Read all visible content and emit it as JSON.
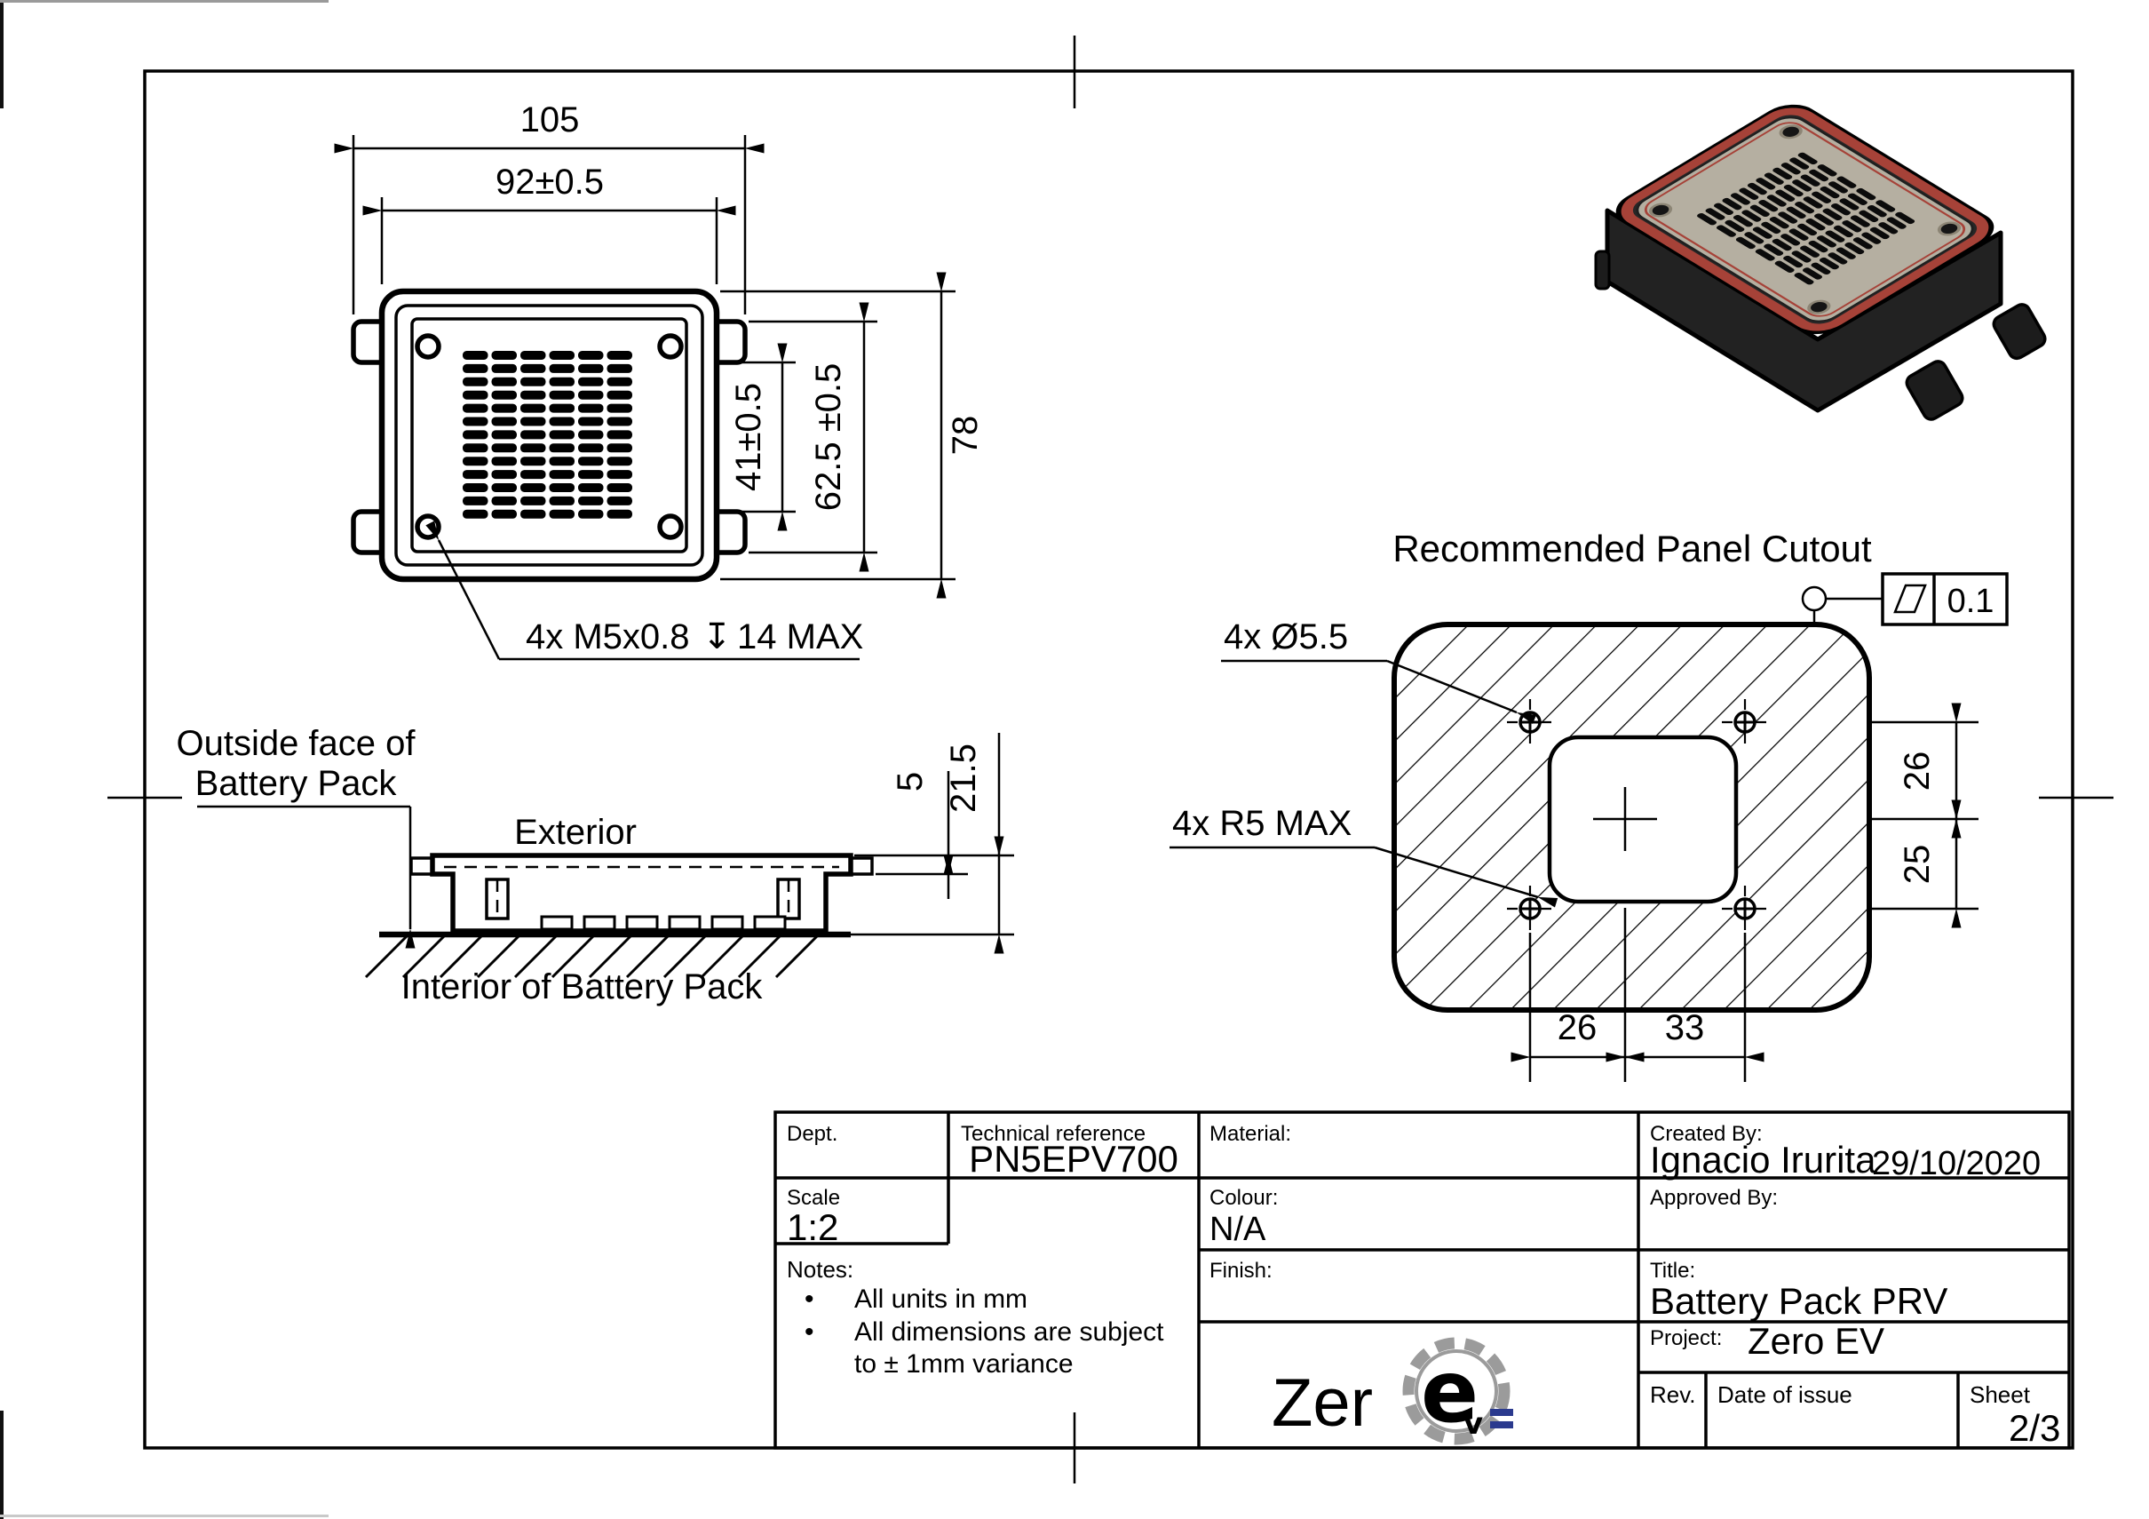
{
  "document_type": "engineering drawing sheet",
  "views": {
    "top_view": {
      "dims": {
        "overall_width": "105",
        "body_width": "92±0.5",
        "tab_inner_spacing": "41±0.5",
        "tab_outer_spacing": "62.5 ±0.5",
        "overall_height": "78"
      },
      "thread_note": {
        "prefix": "4x M5x0.8",
        "depth_symbol": "↧",
        "suffix": "14 MAX"
      }
    },
    "side_view": {
      "labels": {
        "outside_face_line1": "Outside face of",
        "outside_face_line2": "Battery Pack",
        "exterior": "Exterior",
        "interior": "Interior of Battery Pack"
      },
      "dims": {
        "flange_height": "5",
        "total_height": "21.5"
      }
    },
    "panel_cutout": {
      "title": "Recommended Panel Cutout",
      "hole_note": "4x Ø5.5",
      "radius_note": "4x R5 MAX",
      "flatness_tolerance": "0.1",
      "dims": {
        "right_upper": "26",
        "right_lower": "25",
        "bottom_left": "26",
        "bottom_right": "33"
      }
    }
  },
  "title_block": {
    "dept_label": "Dept.",
    "technical_reference_label": "Technical reference",
    "technical_reference": "PN5EPV700",
    "scale_label": "Scale",
    "scale": "1:2",
    "notes_label": "Notes:",
    "bullet_char": "•",
    "notes": [
      {
        "text": "All units in mm"
      },
      {
        "text": "All dimensions are subject"
      },
      {
        "text": "to ± 1mm variance"
      }
    ],
    "material_label": "Material:",
    "colour_label": "Colour:",
    "colour": "N/A",
    "finish_label": "Finish:",
    "created_by_label": "Created By:",
    "created_by": "Ignacio Irurita",
    "date_created": "29/10/2020",
    "approved_by_label": "Approved By:",
    "title_label": "Title:",
    "title": "Battery Pack PRV",
    "project_label": "Project:",
    "project": "Zero EV",
    "rev_label": "Rev.",
    "date_of_issue_label": "Date of issue",
    "sheet_label": "Sheet",
    "sheet": "2/3",
    "logo": {
      "text_gray": "Zer",
      "letter_e": "e",
      "letter_v": "v"
    }
  },
  "colors": {
    "line": "#000000",
    "gasket_red": "#a64238",
    "top_plate_tan": "#b5afa1",
    "body_dark": "#262626",
    "logo_blue": "#2b3a8e",
    "logo_gray": "#8f8f8f"
  }
}
